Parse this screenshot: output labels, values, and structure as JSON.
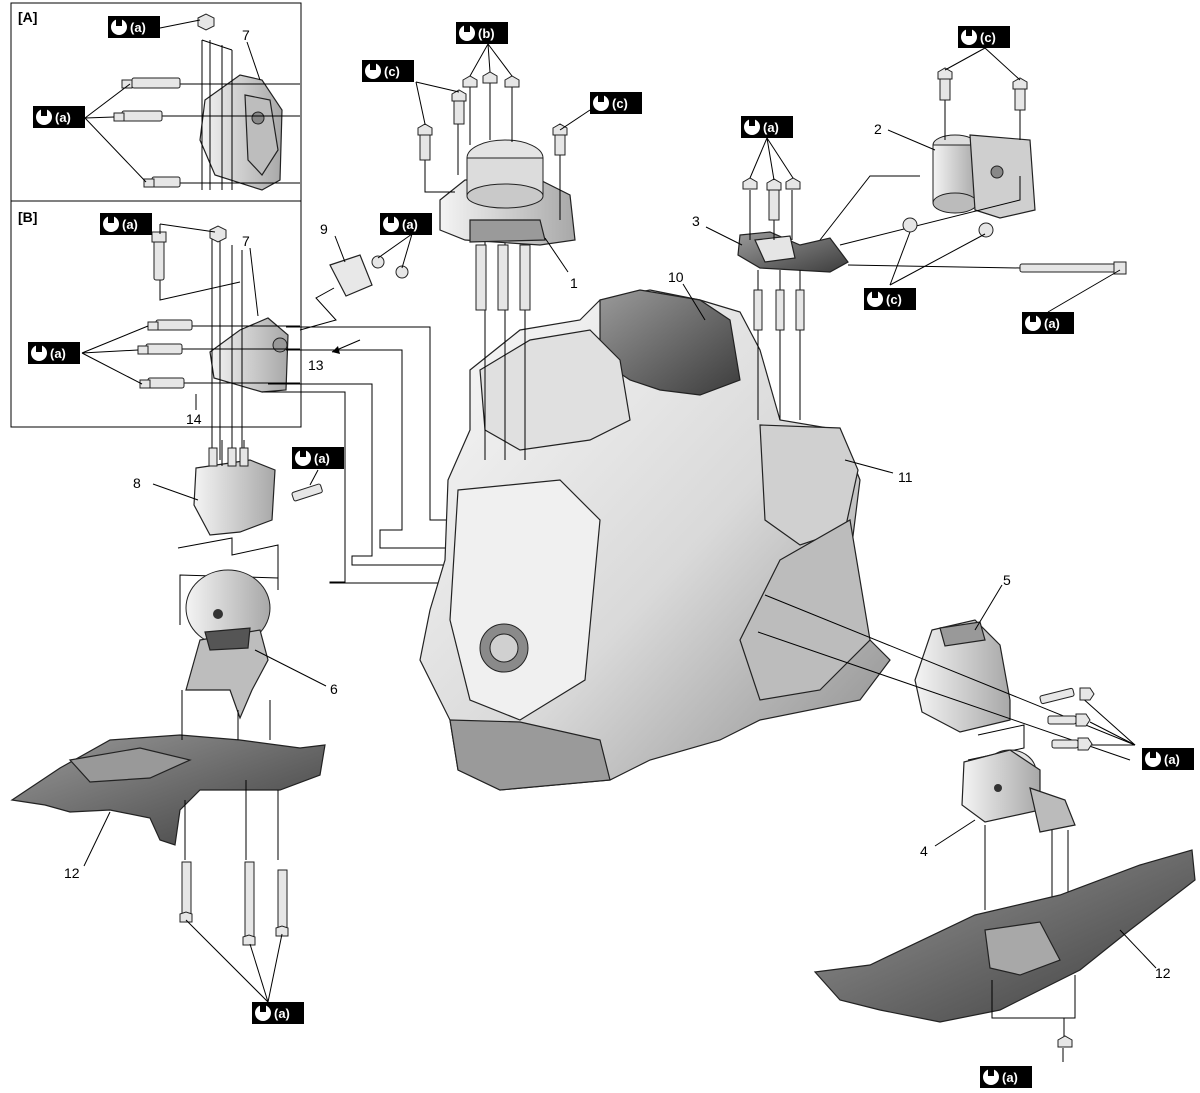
{
  "insets": [
    {
      "id": "A",
      "label": "[A]"
    },
    {
      "id": "B",
      "label": "[B]"
    }
  ],
  "torque_label_text": [
    "(a)",
    "(b)",
    "(c)"
  ],
  "callouts": [
    "1",
    "2",
    "3",
    "4",
    "5",
    "6",
    "7",
    "8",
    "9",
    "10",
    "11",
    "12",
    "13",
    "14"
  ],
  "colors": {
    "torque_badge": "#000000",
    "torque_text": "#ffffff",
    "part_fill_light": "#f2f2f2",
    "part_fill_mid": "#c8c8c8",
    "part_fill_dark": "#6e6e6e",
    "line": "#000000"
  },
  "icons": {
    "torque": "torque-wrench-icon"
  }
}
